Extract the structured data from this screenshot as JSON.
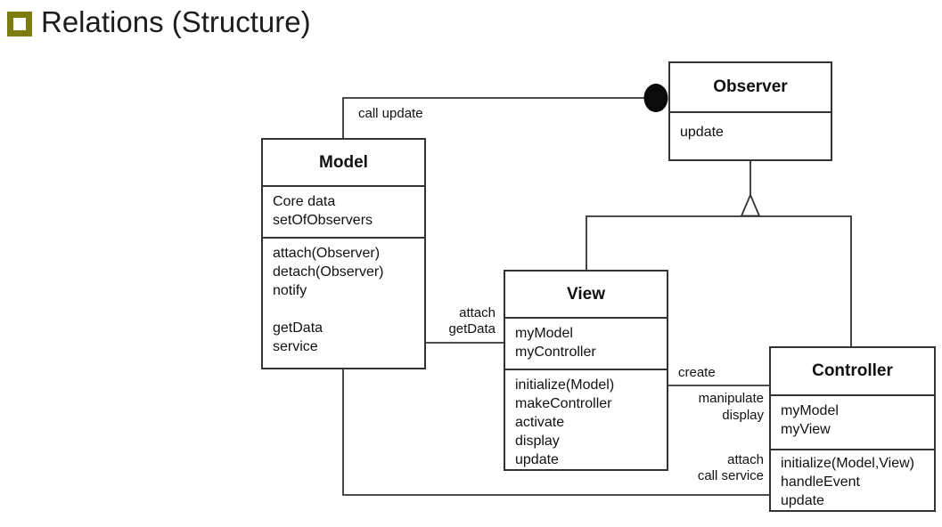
{
  "slide": {
    "title": "Relations (Structure)"
  },
  "colors": {
    "bullet_accent": "#7c7c10",
    "line": "#333333",
    "text": "#111111"
  },
  "diagram": {
    "classes": {
      "model": {
        "title": "Model",
        "attributes": [
          "Core data",
          "setOfObservers"
        ],
        "methods": [
          "attach(Observer)",
          "detach(Observer)",
          "notify",
          "",
          "getData",
          "service"
        ]
      },
      "observer": {
        "title": "Observer",
        "methods": [
          "update"
        ]
      },
      "view": {
        "title": "View",
        "attributes": [
          "myModel",
          "myController"
        ],
        "methods": [
          "initialize(Model)",
          "makeController",
          "activate",
          "display",
          "update"
        ]
      },
      "controller": {
        "title": "Controller",
        "attributes": [
          "myModel",
          "myView"
        ],
        "methods": [
          "initialize(Model,View)",
          "handleEvent",
          "update"
        ]
      }
    },
    "labels": {
      "call_update": "call update",
      "attach_getdata": [
        "attach",
        "getData"
      ],
      "create": "create",
      "manipulate_display": [
        "manipulate",
        "display"
      ],
      "attach_callservice": [
        "attach",
        "call service"
      ]
    }
  }
}
